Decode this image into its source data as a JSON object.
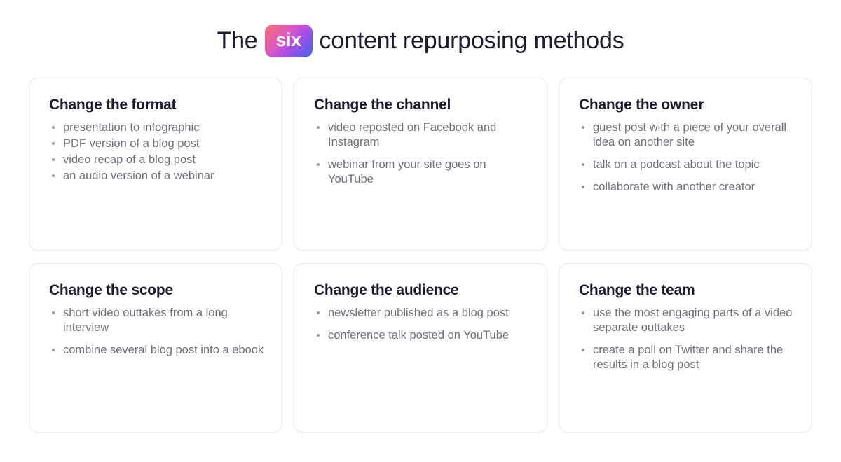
{
  "header": {
    "title_prefix": "The",
    "badge_label": "six",
    "title_suffix": "content repurposing methods",
    "badge_gradient_from": "#f4697c",
    "badge_gradient_mid": "#b24ce4",
    "badge_gradient_to": "#3d68e6",
    "title_color": "#1b1c34"
  },
  "theme": {
    "background": "#ffffff",
    "card_background": "#ffffff",
    "card_border": "#ebebef",
    "heading_color": "#1b1c34",
    "body_text_color": "#6e717e",
    "bullet_color": "#9a9da8"
  },
  "cards": [
    {
      "title": "Change the format",
      "spaced": false,
      "items": [
        "presentation to infographic",
        "PDF version of a blog post",
        "video recap of a blog post",
        "an audio version of a webinar"
      ]
    },
    {
      "title": "Change the channel",
      "spaced": true,
      "items": [
        "video reposted on Facebook and Instagram",
        "webinar from your site goes on YouTube"
      ]
    },
    {
      "title": "Change the owner",
      "spaced": true,
      "items": [
        "guest post with a piece of your overall idea on another site",
        "talk on a podcast about the topic",
        "collaborate with another creator"
      ]
    },
    {
      "title": "Change the scope",
      "spaced": true,
      "items": [
        "short video outtakes from a long interview",
        "combine several blog post into a ebook"
      ]
    },
    {
      "title": "Change the audience",
      "spaced": true,
      "items": [
        "newsletter published as a blog post",
        "conference talk posted on YouTube"
      ]
    },
    {
      "title": "Change the team",
      "spaced": true,
      "items": [
        "use the most engaging parts of a video separate outtakes",
        "create a poll on Twitter and share the results in a blog post"
      ]
    }
  ]
}
